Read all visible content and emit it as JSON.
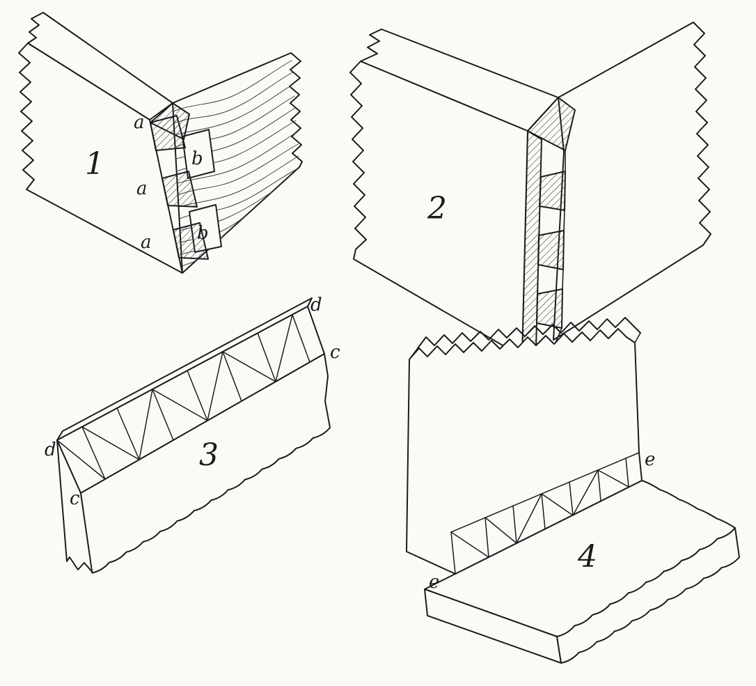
{
  "illustration": {
    "colors": {
      "paper": "#fbfaf7",
      "ink": "#1c1c1c"
    },
    "figures": {
      "fig1": {
        "number": "1",
        "label_a1": "a",
        "label_b1": "b",
        "label_a2": "a",
        "label_b2": "b",
        "label_a3": "a"
      },
      "fig2": {
        "number": "2"
      },
      "fig3": {
        "number": "3",
        "label_d_top": "d",
        "label_c_right": "c",
        "label_d_left": "d",
        "label_c_left": "c"
      },
      "fig4": {
        "number": "4",
        "label_e_right": "e",
        "label_e_left": "e"
      }
    }
  }
}
